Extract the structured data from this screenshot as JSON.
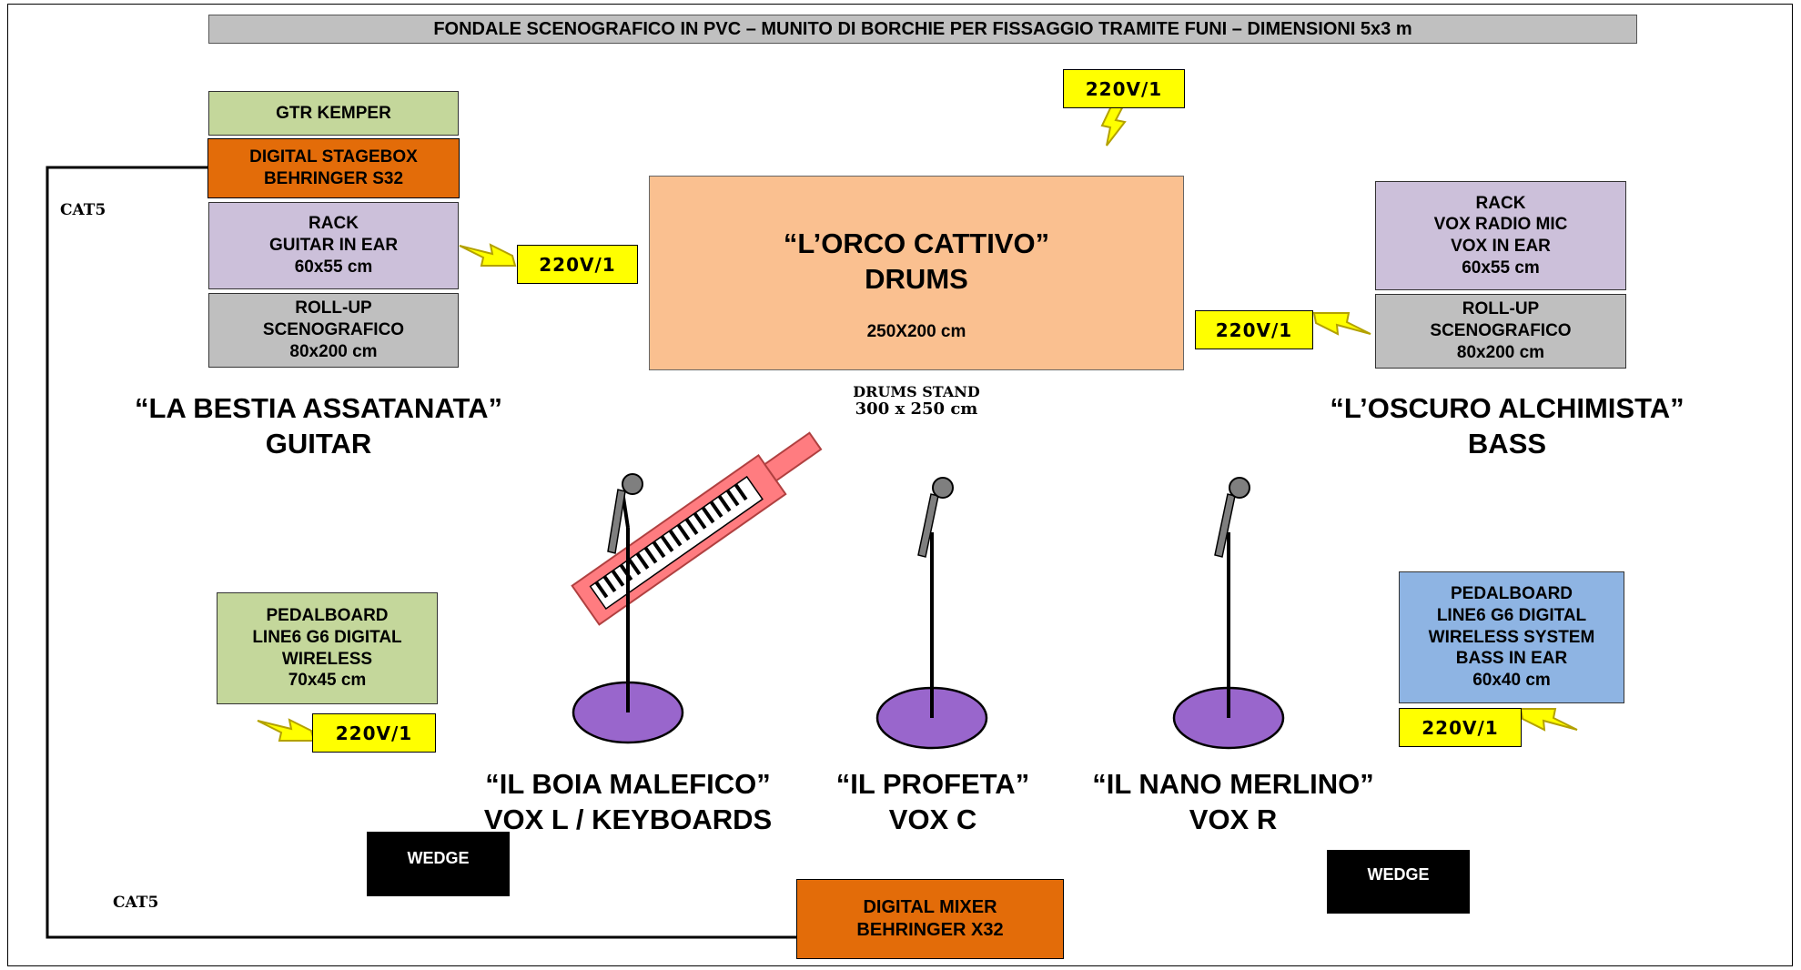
{
  "header": {
    "title": "FONDALE SCENOGRAFICO IN PVC – MUNITO DI BORCHIE PER FISSAGGIO TRAMITE FUNI – DIMENSIONI 5x3 m"
  },
  "left_equipment": {
    "gtr_kemper": "GTR KEMPER",
    "stagebox": {
      "line1": "DIGITAL STAGEBOX",
      "line2": "BEHRINGER S32"
    },
    "rack": {
      "line1": "RACK",
      "line2": "GUITAR IN EAR",
      "line3": "60x55 cm"
    },
    "rollup": {
      "line1": "ROLL-UP",
      "line2": "SCENOGRAFICO",
      "line3": "80x200 cm"
    }
  },
  "drums": {
    "name": "“L’ORCO CATTIVO”",
    "role": "DRUMS",
    "size": "250X200 cm",
    "stand_line1": "DRUMS STAND",
    "stand_line2": "300 x 250 cm"
  },
  "right_equipment": {
    "rack": {
      "line1": "RACK",
      "line2": "VOX RADIO MIC",
      "line3": "VOX IN EAR",
      "line4": "60x55 cm"
    },
    "rollup": {
      "line1": "ROLL-UP",
      "line2": "SCENOGRAFICO",
      "line3": "80x200 cm"
    }
  },
  "power": {
    "label": "220V/1"
  },
  "cat5": {
    "label": "CAT5"
  },
  "musicians": {
    "guitar": {
      "name": "“LA BESTIA ASSATANATA”",
      "role": "GUITAR"
    },
    "bass": {
      "name": "“L’OSCURO ALCHIMISTA”",
      "role": "BASS"
    },
    "vox_l": {
      "name": "“IL BOIA MALEFICO”",
      "role": "VOX L / KEYBOARDS"
    },
    "vox_c": {
      "name": "“IL PROFETA”",
      "role": "VOX C"
    },
    "vox_r": {
      "name": "“IL NANO MERLINO”",
      "role": "VOX R"
    }
  },
  "pedalboard_left": {
    "line1": "PEDALBOARD",
    "line2": "LINE6 G6 DIGITAL",
    "line3": "WIRELESS",
    "line4": "70x45 cm"
  },
  "pedalboard_right": {
    "line1": "PEDALBOARD",
    "line2": "LINE6 G6 DIGITAL",
    "line3": "WIRELESS SYSTEM",
    "line4": "BASS IN EAR",
    "line5": "60x40 cm"
  },
  "wedge": {
    "label": "WEDGE"
  },
  "mixer": {
    "line1": "DIGITAL MIXER",
    "line2": "BEHRINGER X32"
  },
  "colors": {
    "header_gray": "#c0c0c0",
    "kemper_green": "#c4d79b",
    "stagebox_orange": "#e36c09",
    "rack_lavender": "#ccc0da",
    "rollup_gray": "#bfbfbf",
    "drums_peach": "#fac090",
    "pedalboard_green": "#c4d79b",
    "pedalboard_blue": "#8eb4e3",
    "power_yellow": "#ffff00",
    "mic_base_purple": "#9966cc",
    "keytar_pink": "#ff7c80",
    "wedge_black": "#000000",
    "mixer_orange": "#e36c09"
  },
  "icons": [
    "lightning-bolt-icon",
    "microphone-stand-icon",
    "keytar-icon"
  ]
}
